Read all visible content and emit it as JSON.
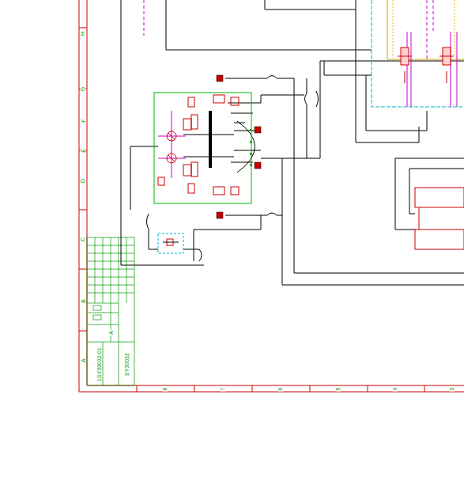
{
  "diagram": {
    "labels": [
      "8",
      "7",
      "6",
      "5",
      "4",
      "3",
      "H",
      "G",
      "F",
      "E",
      "D",
      "C",
      "B",
      "A",
      "SY30032",
      "1SY30032-01",
      "A"
    ]
  }
}
